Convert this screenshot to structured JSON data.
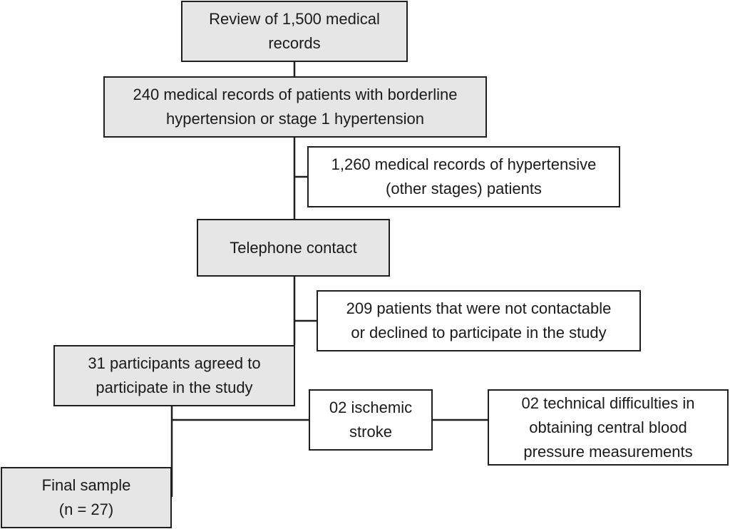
{
  "flowchart": {
    "review": "Review of 1,500 medical\nrecords",
    "borderline": "240 medical records of patients with borderline\nhypertension or stage 1 hypertension",
    "other_stages": "1,260 medical records of hypertensive\n(other stages) patients",
    "telephone": "Telephone contact",
    "not_contactable": "209 patients that were not contactable\nor declined to participate in the study",
    "agreed": "31 participants agreed to\nparticipate in the study",
    "stroke": "02 ischemic\nstroke",
    "technical": "02 technical difficulties in\nobtaining central blood\npressure measurements",
    "final": "Final sample\n(n = 27)"
  },
  "colors": {
    "box_fill_grey": "#e6e6e6",
    "box_fill_white": "#ffffff",
    "line": "#1f1f1f"
  }
}
